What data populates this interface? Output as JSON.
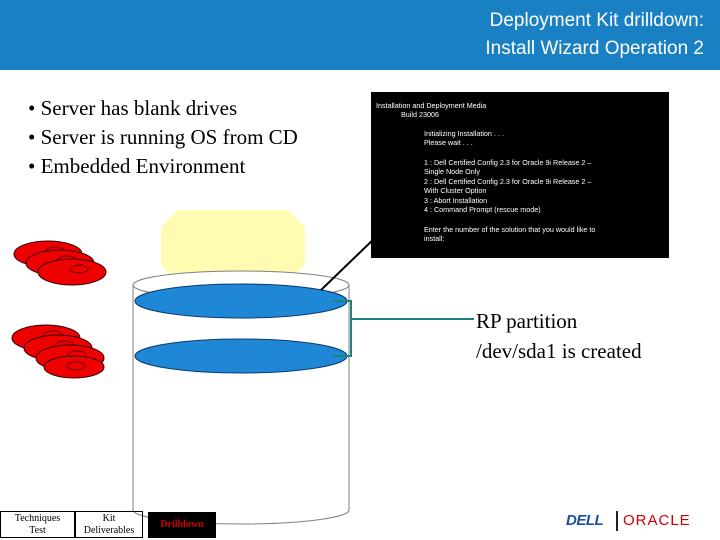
{
  "header": {
    "title_line1": "Deployment Kit drilldown:",
    "title_line2": "Install Wizard Operation 2"
  },
  "bullets": [
    "• Server has blank drives",
    "• Server is running OS from CD",
    "• Embedded Environment"
  ],
  "console": {
    "lines": [
      "Installation and Deployment Media",
      "Build 23006",
      "Initializing Installation . . .",
      "Please wait . . .",
      "1 : Dell Certified Config 2.3 for Oracle 9i Release 2 –",
      "Single Node Only",
      "2 : Dell Certified Config 2.3 for Oracle 9i Release 2 –",
      "With Cluster Option",
      "3 : Abort Installation",
      "4 : Command Prompt (rescue mode)",
      "Enter the number of the solution that you would like to",
      "install:"
    ]
  },
  "callout": {
    "line1": "RP partition",
    "line2": "/dev/sda1 is created"
  },
  "tabs": [
    {
      "line1": "Techniques",
      "line2": "Test"
    },
    {
      "line1": "Kit",
      "line2": "Deliverables"
    },
    {
      "label": "Drilldown"
    }
  ],
  "logos": {
    "dell": "DELL",
    "oracle": "ORACLE"
  },
  "colors": {
    "header": "#1a80c4",
    "disk": "#ee0000",
    "partition": "#1e88d6",
    "server_lid": "#fffbb0",
    "active_tab_text": "#cc0000"
  }
}
